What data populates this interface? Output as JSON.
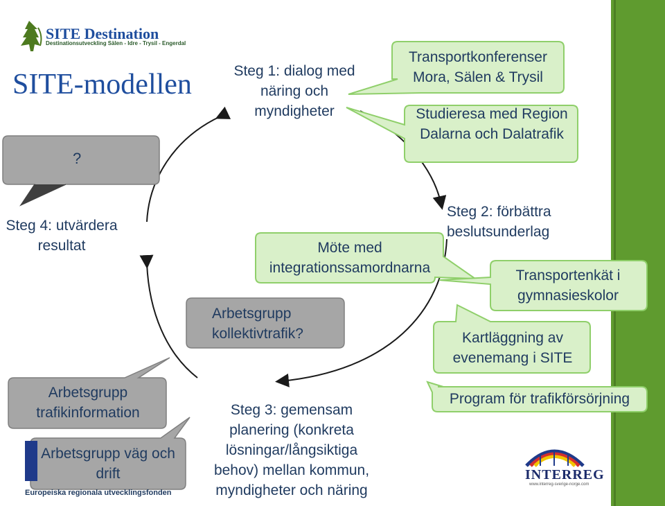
{
  "logo": {
    "name": "SITE Destination",
    "tagline": "Destinationsutveckling Sälen - Idre - Trysil - Engerdal"
  },
  "title": "SITE-modellen",
  "question_bubble": "?",
  "steps": {
    "step1": "Steg 1: dialog med näring och myndigheter",
    "step2": "Steg 2: förbättra beslutsunderlag",
    "step3": "Steg 3: gemensam planering (konkreta lösningar/långsiktiga behov) mellan kommun, myndigheter och näring",
    "step4": "Steg 4: utvärdera resultat"
  },
  "bubbles": {
    "transportkonferenser": "Transportkonferenser Mora, Sälen & Trysil",
    "studieresa": "Studieresa med Region Dalarna och Dalatrafik",
    "mote": "Möte med integrationssamordnarna",
    "arbetsgrupp_kollektiv": "Arbetsgrupp kollektivtrafik?",
    "transportenkat": "Transportenkät i gymnasieskolor",
    "kartlaggning": "Kartläggning av evenemang i SITE",
    "program": "Program för trafikförsörjning",
    "arbetsgrupp_info": "Arbetsgrupp trafikinformation",
    "arbetsgrupp_vag": "Arbetsgrupp väg och drift"
  },
  "footer": {
    "eu_fund": "Europeiska regionala utvecklingsfonden",
    "interreg": "INTERREG",
    "interreg_url": "www.interreg-sverige-norge.com"
  },
  "colors": {
    "green_fill": "#d9f0c9",
    "green_stroke": "#8fcf6a",
    "gray_fill": "#a6a6a6",
    "gray_stroke": "#7f7f7f",
    "side_bar": "#5f9b2f"
  }
}
